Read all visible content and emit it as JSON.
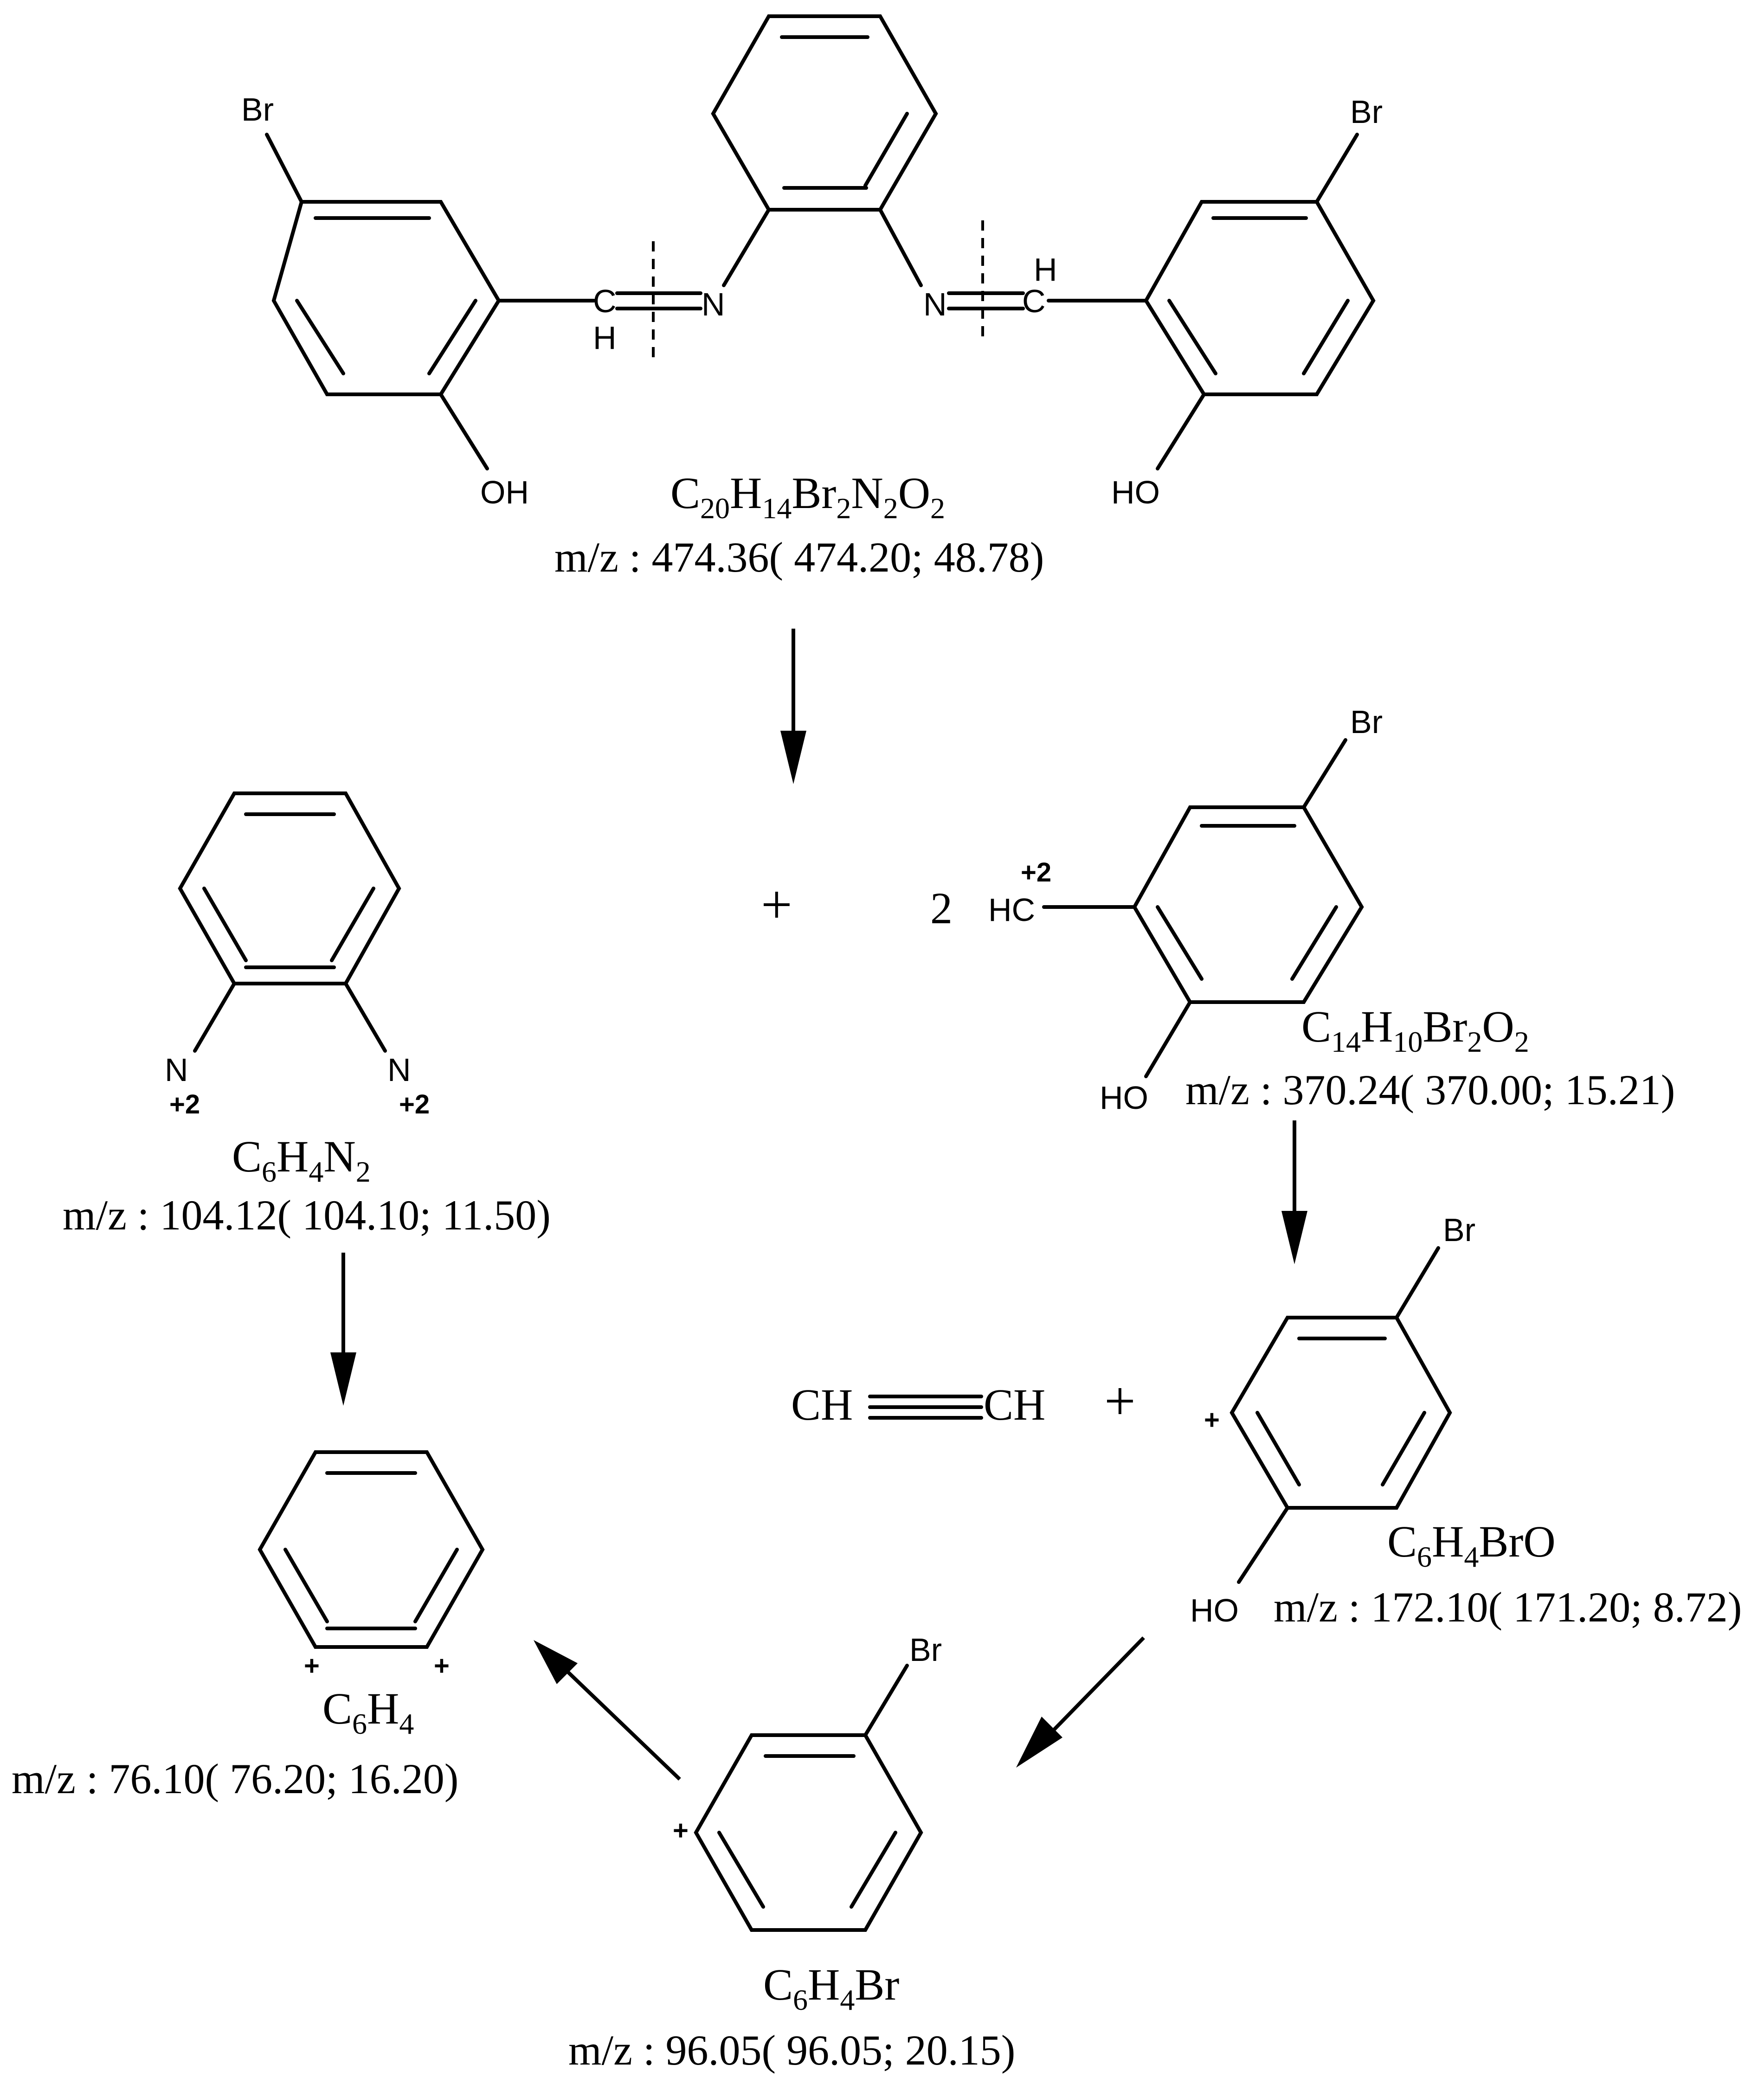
{
  "molecules": {
    "parent": {
      "formula": [
        "C",
        "20",
        "H",
        "14",
        "Br",
        "2",
        "N",
        "2",
        "O",
        "2"
      ],
      "mz": "m/z : 474.36( 474.20; 48.78)",
      "atoms": {
        "br_left": "Br",
        "br_right": "Br",
        "oh_left": "OH",
        "ho_right": "HO",
        "n_left": "N",
        "n_right": "N",
        "c_left": "C",
        "c_right": "C",
        "h_left": "H",
        "h_right": "H"
      }
    },
    "diazo": {
      "formula": [
        "C",
        "6",
        "H",
        "4",
        "N",
        "2"
      ],
      "mz": "m/z : 104.12( 104.10; 11.50)",
      "atoms": {
        "n1": "N",
        "n2": "N",
        "charge1": "+2",
        "charge2": "+2"
      }
    },
    "bromophenol_dimer": {
      "coefficient": "2",
      "formula": [
        "C",
        "14",
        "H",
        "10",
        "Br",
        "2",
        "O",
        "2"
      ],
      "mz": "m/z : 370.24( 370.00; 15.21)",
      "atoms": {
        "br": "Br",
        "ho": "HO",
        "hc": "HC",
        "charge": "+2"
      }
    },
    "bromophenol_ion": {
      "formula": [
        "C",
        "6",
        "H",
        "4",
        "BrO"
      ],
      "mz": "m/z : 172.10( 171.20; 8.72)",
      "atoms": {
        "br": "Br",
        "ho": "HO",
        "charge": "+"
      }
    },
    "bromobenzene_ion": {
      "formula": [
        "C",
        "6",
        "H",
        "4",
        "Br"
      ],
      "mz": "m/z : 96.05( 96.05; 20.15)",
      "atoms": {
        "br": "Br",
        "charge": "+"
      }
    },
    "benzyne_ion": {
      "formula": [
        "C",
        "6",
        "H",
        "4"
      ],
      "mz": "m/z : 76.10( 76.20; 16.20)",
      "atoms": {
        "charge1": "+",
        "charge2": "+"
      }
    },
    "acetylene": {
      "left": "CH",
      "right": "CH"
    }
  },
  "operators": {
    "plus_top": "+",
    "plus_mid": "+"
  }
}
